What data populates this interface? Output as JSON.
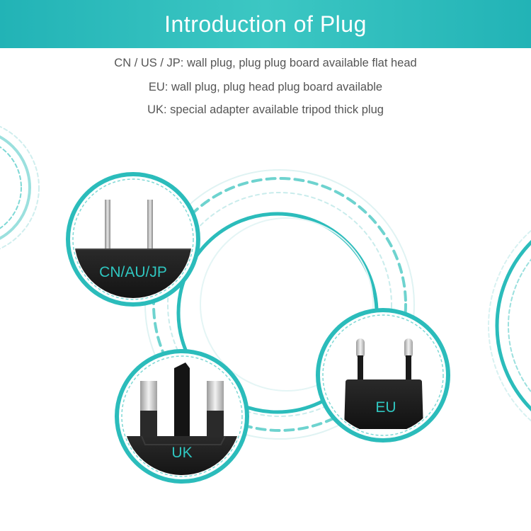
{
  "header": {
    "title": "Introduction of Plug"
  },
  "descriptions": [
    "CN / US / JP: wall plug, plug plug board available flat head",
    "EU: wall plug, plug head plug board available",
    "UK: special adapter available tripod thick plug"
  ],
  "plugs": {
    "cn": {
      "label": "CN/AU/JP"
    },
    "uk": {
      "label": "UK"
    },
    "eu": {
      "label": "EU"
    }
  },
  "colors": {
    "accent": "#2bbcbb",
    "accent_light": "#5fd3cf",
    "plug_body": "#1c1c1c",
    "label_text": "#2fc6c0"
  }
}
